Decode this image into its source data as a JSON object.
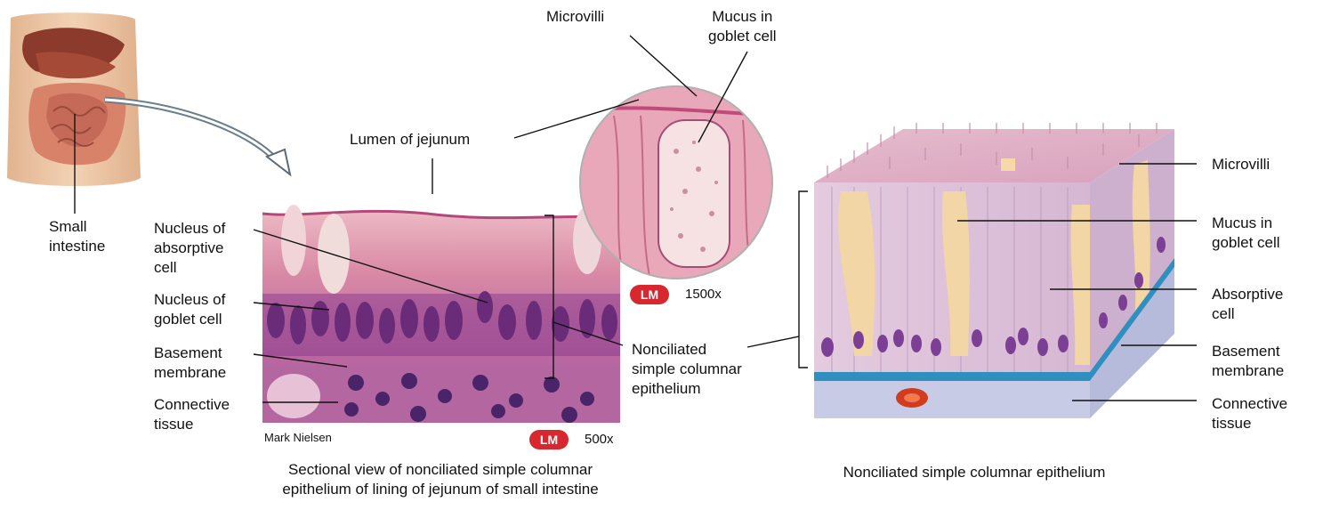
{
  "colors": {
    "badge": "#d7282f",
    "line": "#111111"
  },
  "labels": {
    "small_intestine": "Small\nintestine",
    "lumen": "Lumen of jejunum",
    "microvilli_top": "Microvilli",
    "mucus_top": "Mucus in\ngoblet cell",
    "nucleus_absorptive": "Nucleus of\nabsorptive\ncell",
    "nucleus_goblet": "Nucleus of\ngoblet cell",
    "basement_left": "Basement\nmembrane",
    "connective_left": "Connective\ntissue",
    "nonciliated_mid": "Nonciliated\nsimple columnar\nepithelium",
    "microvilli_right": "Microvilli",
    "mucus_right": "Mucus in\ngoblet cell",
    "absorptive_right": "Absorptive\ncell",
    "basement_right": "Basement\nmembrane",
    "connective_right": "Connective\ntissue"
  },
  "badges": {
    "lm_zoom": {
      "text": "LM",
      "mag": "1500x"
    },
    "lm_main": {
      "text": "LM",
      "mag": "500x"
    }
  },
  "credit": "Mark Nielsen",
  "captions": {
    "left": "Sectional view of nonciliated simple columnar\nepithelium of lining of jejunum of small intestine",
    "right": "Nonciliated simple columnar epithelium"
  }
}
